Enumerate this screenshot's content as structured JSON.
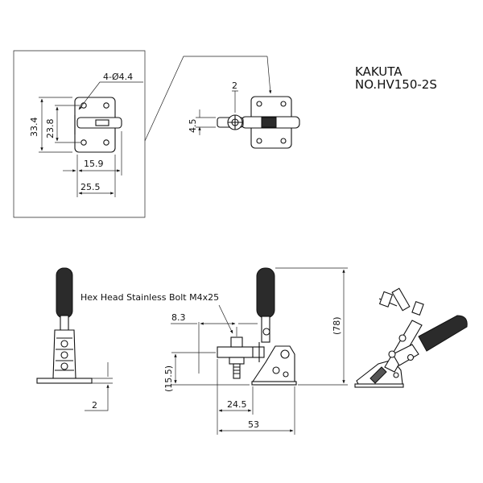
{
  "title": {
    "maker": "KAKUTA",
    "model": "NO.HV150-2S"
  },
  "callout": {
    "bolt": "Hex Head Stainless Bolt M4x25"
  },
  "dimensions": {
    "hole": "4-Ø4.4",
    "height_outer": "33.4",
    "height_inner": "23.8",
    "width_inner": "15.9",
    "width_outer": "25.5",
    "gap": "2",
    "slot": "4.5",
    "bolt_offset": "8.3",
    "spindle_height": "(15.5)",
    "base_to_spindle": "24.5",
    "overall_length": "53",
    "overall_height": "(78)",
    "base_thickness": "2"
  }
}
